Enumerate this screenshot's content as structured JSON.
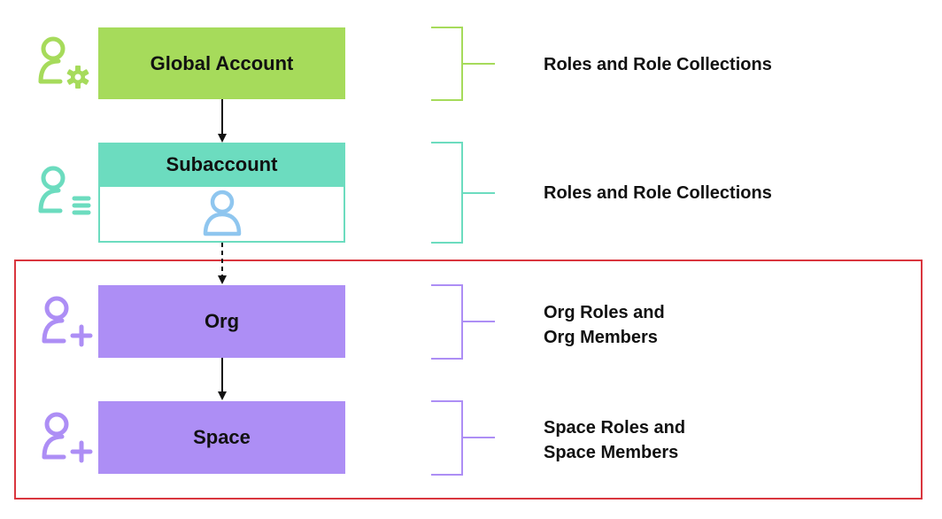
{
  "levels": {
    "global_account": {
      "title": "Global Account",
      "description": "Roles and Role Collections"
    },
    "subaccount": {
      "title": "Subaccount",
      "description": "Roles and Role Collections"
    },
    "org": {
      "title": "Org",
      "description_lines": [
        "Org Roles and",
        "Org Members"
      ]
    },
    "space": {
      "title": "Space",
      "description_lines": [
        "Space Roles and",
        "Space Members"
      ]
    }
  },
  "colors": {
    "global_account": "#a6db5b",
    "subaccount": "#6cdcbf",
    "org_space": "#ad8ef5",
    "highlight_border": "#d9363e"
  },
  "icons": {
    "global_account": "user-gear-icon",
    "subaccount": "user-list-icon",
    "subaccount_member": "user-icon",
    "org": "user-add-icon",
    "space": "user-add-icon"
  }
}
